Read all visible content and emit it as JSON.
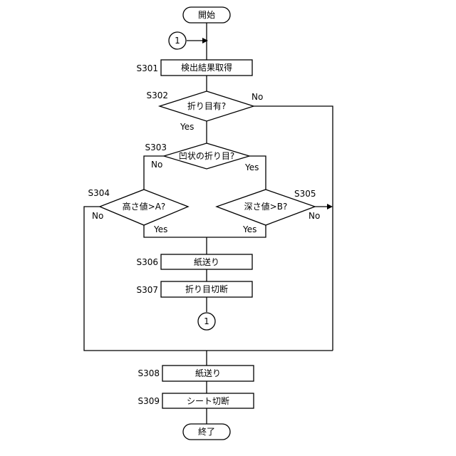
{
  "flowchart": {
    "start": "開始",
    "end": "終了",
    "connector": "1",
    "steps": {
      "s301": {
        "id": "S301",
        "label": "検出結果取得"
      },
      "s302": {
        "id": "S302",
        "label": "折り目有?"
      },
      "s303": {
        "id": "S303",
        "label": "凹状の折り目?"
      },
      "s304": {
        "id": "S304",
        "label": "高さ値>A?"
      },
      "s305": {
        "id": "S305",
        "label": "深さ値>B?"
      },
      "s306": {
        "id": "S306",
        "label": "紙送り"
      },
      "s307": {
        "id": "S307",
        "label": "折り目切断"
      },
      "s308": {
        "id": "S308",
        "label": "紙送り"
      },
      "s309": {
        "id": "S309",
        "label": "シート切断"
      }
    },
    "branch": {
      "yes": "Yes",
      "no": "No"
    }
  }
}
